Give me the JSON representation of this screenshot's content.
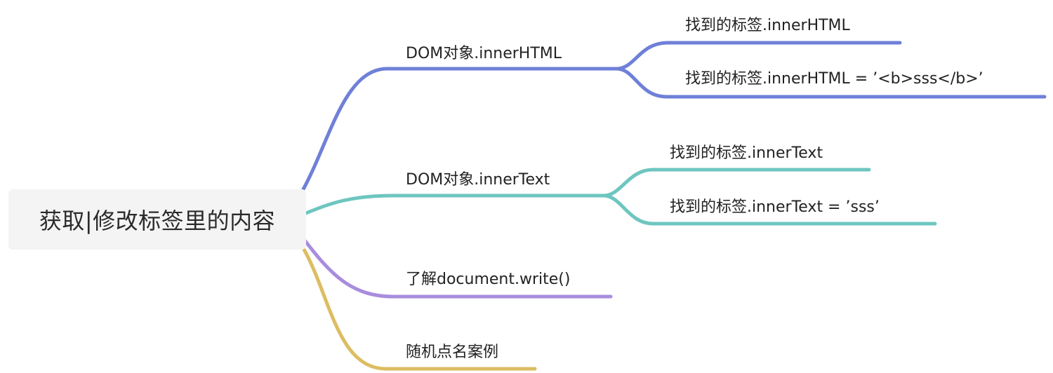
{
  "root": {
    "label": "获取|修改标签里的内容"
  },
  "colors": {
    "branch1": "#6f80d8",
    "branch2": "#6ec6c0",
    "branch3": "#a88ddd",
    "branch4": "#dcbd62"
  },
  "branches": [
    {
      "label": "DOM对象.innerHTML",
      "children": [
        {
          "label": "找到的标签.innerHTML"
        },
        {
          "label": "找到的标签.innerHTML = ’<b>sss</b>’"
        }
      ]
    },
    {
      "label": "DOM对象.innerText",
      "children": [
        {
          "label": "找到的标签.innerText"
        },
        {
          "label": "找到的标签.innerText = ’sss’"
        }
      ]
    },
    {
      "label": "了解document.write()",
      "children": []
    },
    {
      "label": "随机点名案例",
      "children": []
    }
  ]
}
